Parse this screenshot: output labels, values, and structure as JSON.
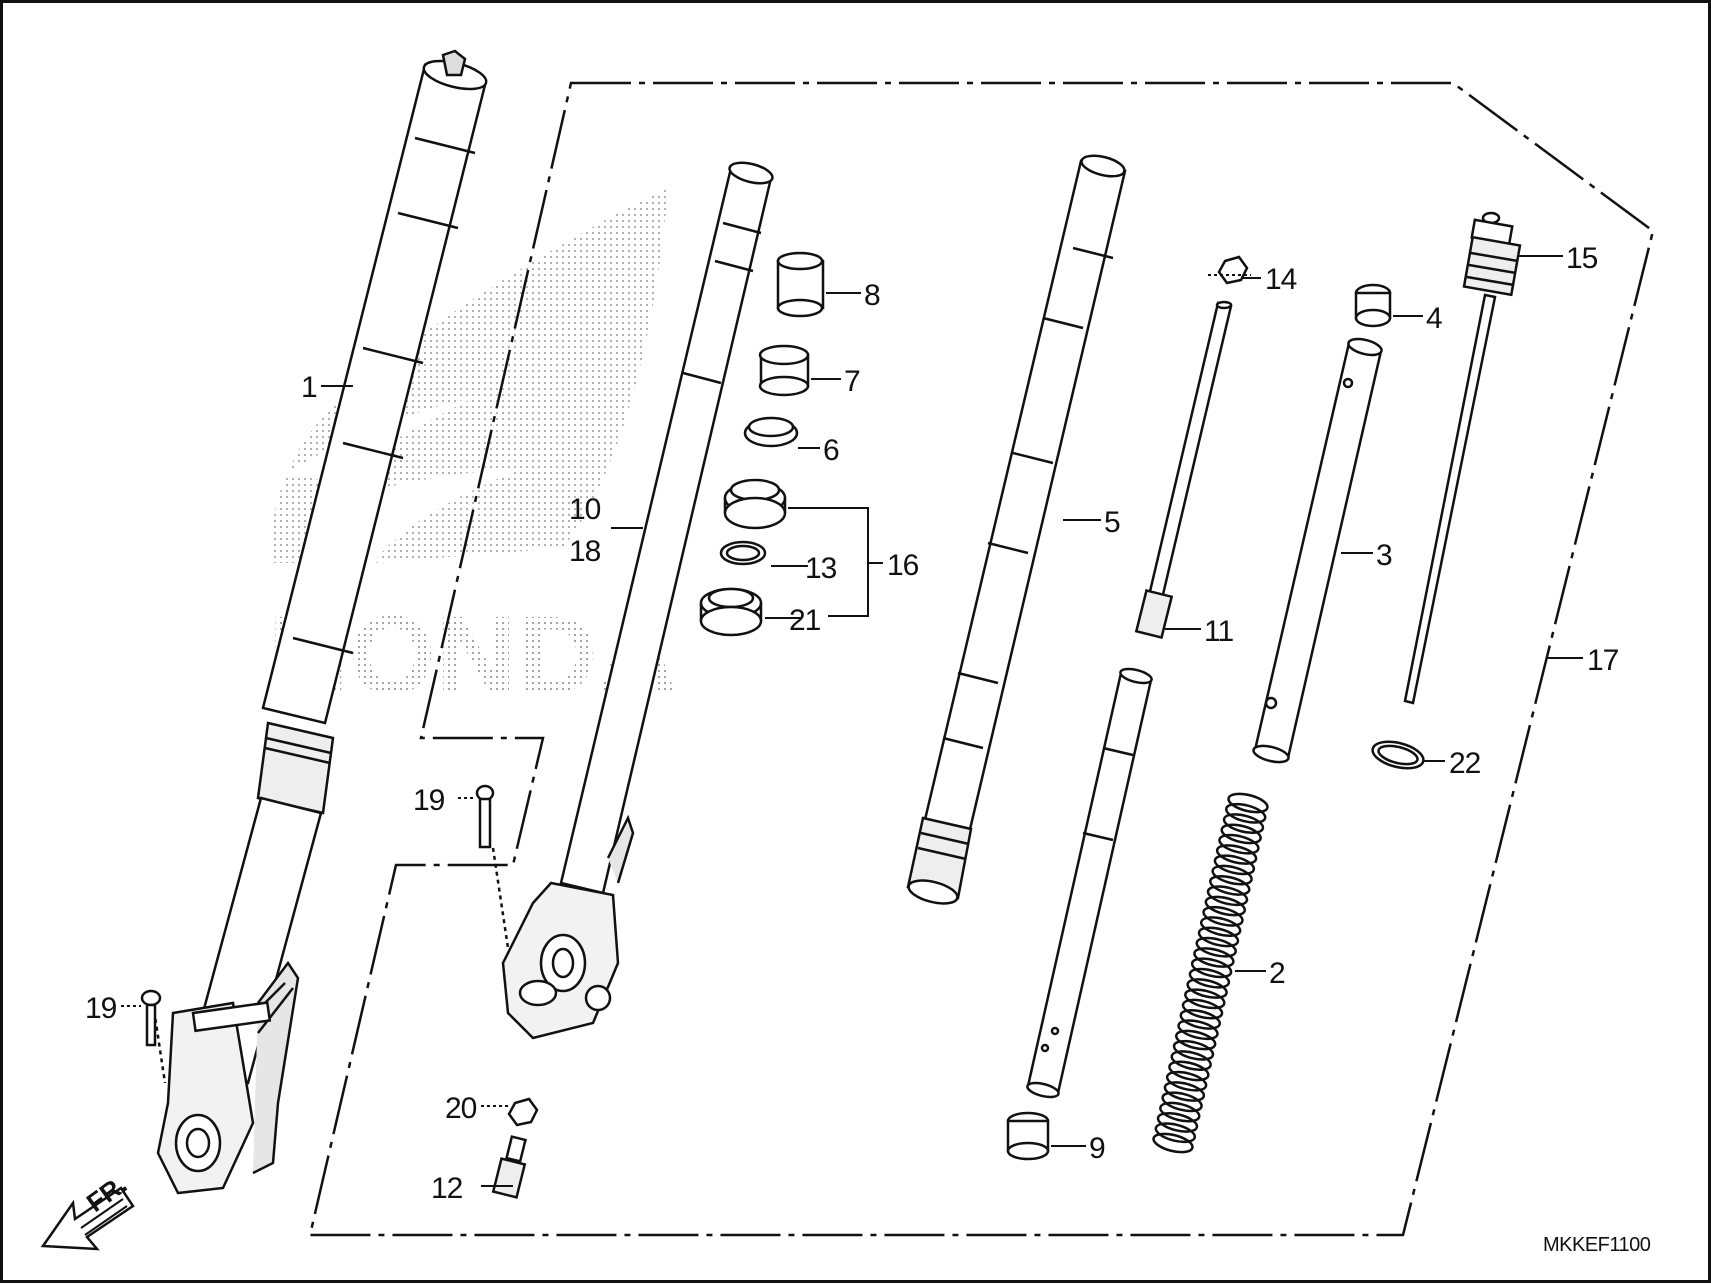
{
  "diagram": {
    "code": "MKKEF1100",
    "direction_label": "FR.",
    "watermark_brand": "HONDA",
    "watermark_icon": "honda-wing-icon"
  },
  "callouts": [
    {
      "id": "1",
      "text": "1"
    },
    {
      "id": "2",
      "text": "2"
    },
    {
      "id": "3",
      "text": "3"
    },
    {
      "id": "4",
      "text": "4"
    },
    {
      "id": "5",
      "text": "5"
    },
    {
      "id": "6",
      "text": "6"
    },
    {
      "id": "7",
      "text": "7"
    },
    {
      "id": "8",
      "text": "8"
    },
    {
      "id": "9",
      "text": "9"
    },
    {
      "id": "10",
      "text": "10"
    },
    {
      "id": "11",
      "text": "11"
    },
    {
      "id": "12",
      "text": "12"
    },
    {
      "id": "13",
      "text": "13"
    },
    {
      "id": "14",
      "text": "14"
    },
    {
      "id": "15",
      "text": "15"
    },
    {
      "id": "16",
      "text": "16"
    },
    {
      "id": "17",
      "text": "17"
    },
    {
      "id": "18",
      "text": "18"
    },
    {
      "id": "19a",
      "text": "19"
    },
    {
      "id": "19b",
      "text": "19"
    },
    {
      "id": "20",
      "text": "20"
    },
    {
      "id": "21",
      "text": "21"
    },
    {
      "id": "22",
      "text": "22"
    }
  ]
}
